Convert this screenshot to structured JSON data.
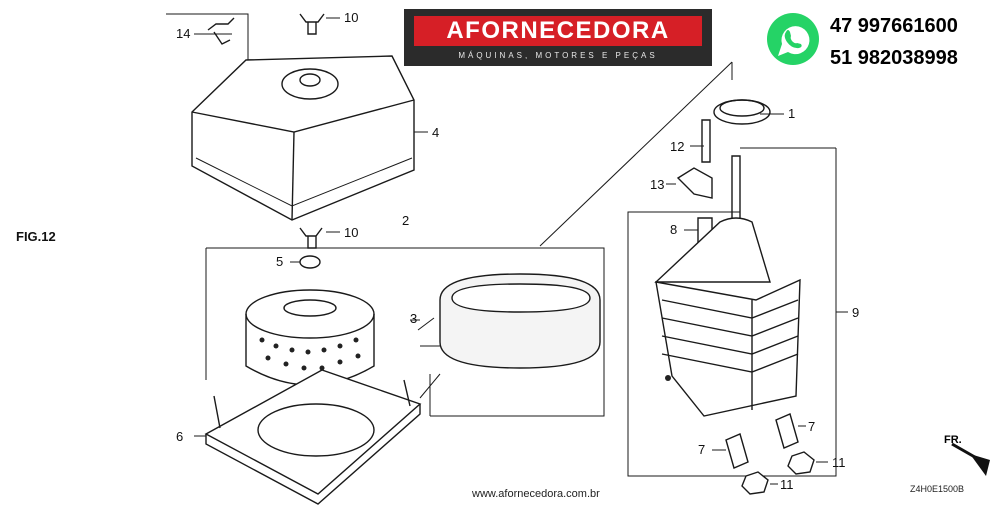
{
  "figure": {
    "label": "FIG.12"
  },
  "brand": {
    "name": "AFORNECEDORA",
    "tagline": "MÁQUINAS, MOTORES E PEÇAS"
  },
  "contact": {
    "whatsapp_icon": "whatsapp-icon",
    "phone_1": "47 997661600",
    "phone_2": "51 982038998"
  },
  "website": "www.afornecedora.com.br",
  "drawing_code": "Z4H0E1500B",
  "front_mark": "FR.",
  "callouts": {
    "c1": "1",
    "c2": "2",
    "c3": "3",
    "c4": "4",
    "c5": "5",
    "c6": "6",
    "c7a": "7",
    "c7b": "7",
    "c8": "8",
    "c9": "9",
    "c10a": "10",
    "c10b": "10",
    "c11a": "11",
    "c11b": "11",
    "c12": "12",
    "c13": "13",
    "c14": "14"
  },
  "colors": {
    "brand_red": "#d61f26",
    "brand_dark": "#2b2b2b",
    "whatsapp_green": "#25d366"
  }
}
